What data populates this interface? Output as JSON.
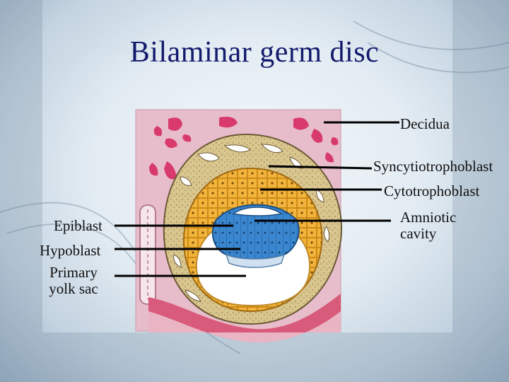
{
  "slide": {
    "title": "Bilaminar germ disc"
  },
  "labels": {
    "decidua": "Decidua",
    "syncytiotrophoblast": "Syncytiotrophoblast",
    "cytotrophoblast": "Cytotrophoblast",
    "amniotic_cavity_line1": "Amniotic",
    "amniotic_cavity_line2": "cavity",
    "epiblast": "Epiblast",
    "hypoblast": "Hypoblast",
    "primary_yolk_sac_line1": "Primary",
    "primary_yolk_sac_line2": "yolk sac"
  },
  "colors": {
    "title": "#131a6b",
    "decidua_tissue": "#e7bccb",
    "decidua_blood": "#d83a6c",
    "syncytiotrophoblast": "#d9c58e",
    "cytotrophoblast": "#f2b43a",
    "epiblast": "#3a86cf",
    "hypoblast": "#cfe0f0",
    "leader_line": "#000000"
  }
}
